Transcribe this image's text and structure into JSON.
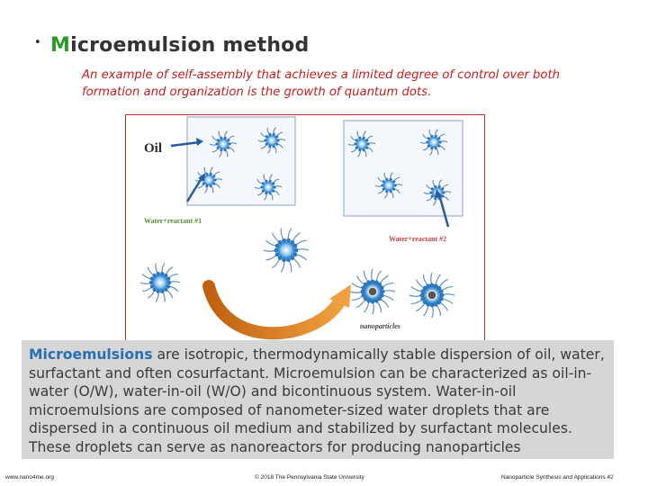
{
  "slide": {
    "bullet": "•",
    "title_first": "M",
    "title_rest": "icroemulsion method",
    "intro": "An example of self-assembly that achieves a limited degree of control over both formation and organization is the growth of quantum dots.",
    "body_lead": "Microemulsions",
    "body_rest": " are isotropic, thermodynamically stable dispersion of oil, water, surfactant and often cosurfactant. Microemulsion can be characterized as oil-in-water (O/W), water-in-oil (W/O) and bicontinuous system. Water-in-oil microemulsions are composed of nanometer-sized water droplets that are dispersed in a continuous oil medium and stabilized by surfactant molecules. These droplets can serve as nanoreactors for producing nanoparticles"
  },
  "figure": {
    "label_oil": "Oil",
    "label_reactant1": "Water+reactant #1",
    "label_reactant2": "Water+reactant #2",
    "label_nanoparticles": "nanoparticles"
  },
  "footer": {
    "left": "www.nano4me.org",
    "center": "© 2018 The Pennsylvania State University",
    "right": "Nanoparticle Synthesis and Applications 42"
  },
  "colors": {
    "title_accent": "#2a9a2a",
    "intro_text": "#c02020",
    "body_lead": "#2a6fb0",
    "figure_border": "#c03030",
    "micelle_blue": "#2a78c0",
    "arrow_orange": "#e08a2a"
  }
}
